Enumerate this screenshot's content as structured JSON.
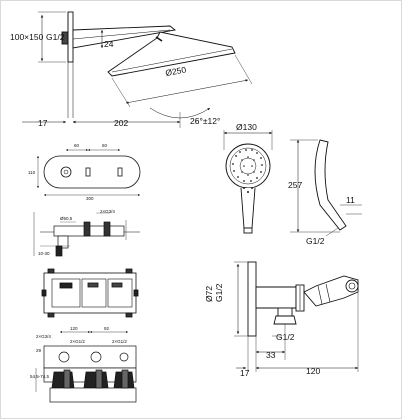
{
  "shower_head": {
    "dim_wall_plate": "100×150",
    "dim_thread": "G1/2",
    "dim_arm_height": "24",
    "dim_diameter": "Ø250",
    "dim_wall_projection": "17",
    "dim_arm_length": "202",
    "dim_angle": "26°±12°"
  },
  "valve": {
    "dim_w1": "60",
    "dim_w2": "60",
    "dim_height": "110",
    "dim_total": "300",
    "side_lbl_a": "Ø50,5",
    "side_lbl_b": "2×G3/4",
    "side_lbl_c": "10-30",
    "bottom_dim_a": "120",
    "bottom_dim_b": "92",
    "bottom_lbl_a": "2×G3/4",
    "bottom_lbl_b": "2×G1/2",
    "bottom_lbl_c": "2×G1/2",
    "bottom_lbl_d": "29",
    "bottom_lbl_e": "54,5-74,5"
  },
  "hand_shower": {
    "dim_diameter": "Ø130",
    "dim_length": "257",
    "dim_tip": "11",
    "dim_thread": "G1/2"
  },
  "elbow": {
    "dim_plate": "Ø72",
    "dim_thread": "G1/2",
    "dim_outlet": "G1/2",
    "dim_wall": "17",
    "dim_offset": "33",
    "dim_length": "120"
  }
}
